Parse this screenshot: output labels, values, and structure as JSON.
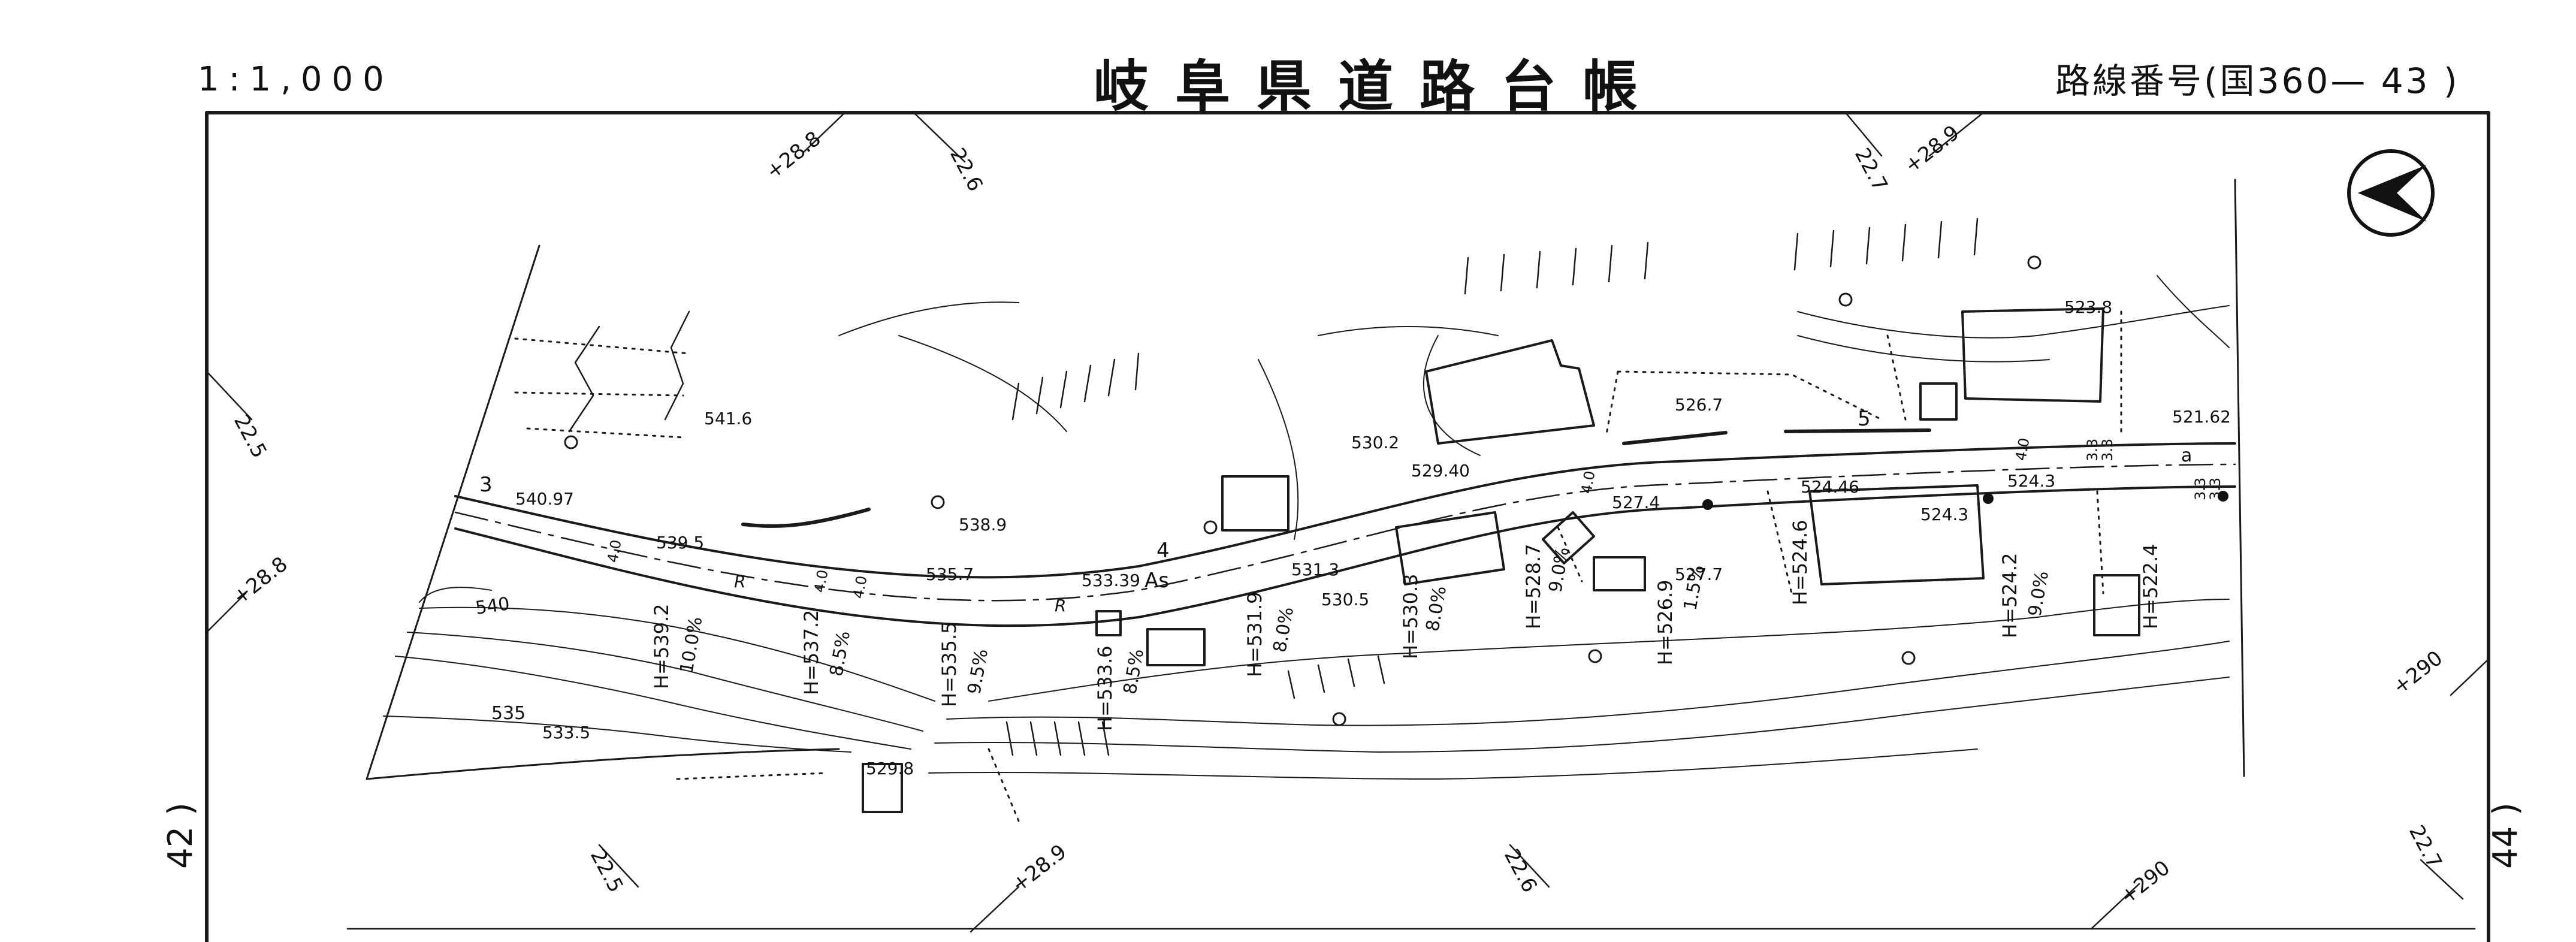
{
  "header": {
    "scale": "1:1,000",
    "title": "岐阜県道路台帳",
    "route_label": "路線番号(国360— 43 )"
  },
  "adjacent_sheets": {
    "previous": "42 )",
    "next": "44 )"
  },
  "north_arrow": {
    "icon": "north-arrow-icon"
  },
  "stations": [
    "+28.8",
    "22.6",
    "22.7",
    "+28.9",
    "22.5",
    "+28.8",
    "+290",
    "22.5",
    "+28.9",
    "22.6",
    "+290",
    "22.7"
  ],
  "route_marks": [
    "3",
    "4",
    "5",
    "a"
  ],
  "elevations": [
    "540.97",
    "539.5",
    "541.6",
    "538.9",
    "535.7",
    "533.39",
    "531.3",
    "530.5",
    "530.2",
    "529.40",
    "527.4",
    "526.7",
    "527.7",
    "524.46",
    "524.3",
    "524.3",
    "523.8",
    "521.62",
    "529.8",
    "533.5",
    "540",
    "535"
  ],
  "gradients": [
    "H=539.2",
    "10.0%",
    "H=537.2",
    "8.5%",
    "H=535.5",
    "9.5%",
    "H=533.6",
    "8.5%",
    "H=531.9",
    "8.0%",
    "H=530.3",
    "8.0%",
    "H=528.7",
    "9.0%",
    "H=526.9",
    "1.5%",
    "H=524.6",
    "H=524.2",
    "9.0%",
    "H=522.4"
  ],
  "widths": [
    "4.0",
    "4.0",
    "4.0",
    "4.0",
    "4.0",
    "3.3",
    "3.3",
    "3.3",
    "3.3"
  ],
  "road_symbols": [
    "R",
    "R",
    "As"
  ]
}
